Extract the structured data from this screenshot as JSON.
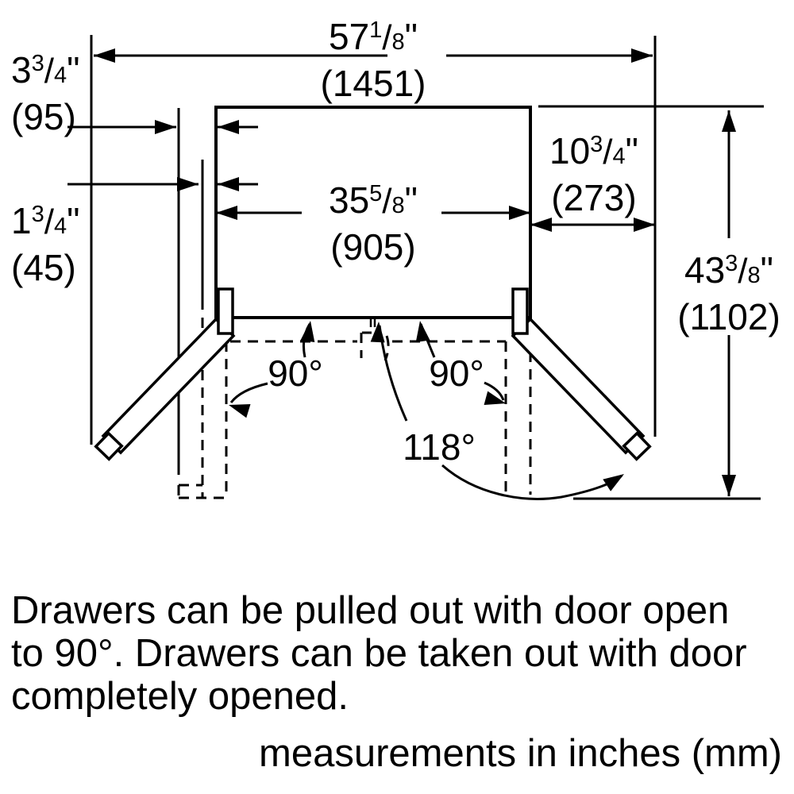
{
  "labels": {
    "overall_width": {
      "whole": "57",
      "num": "1",
      "den": "8",
      "unit": "\"",
      "mm": "(1451)"
    },
    "handle_clearance": {
      "whole": "3",
      "num": "3",
      "den": "4",
      "unit": "\"",
      "mm": "(95)"
    },
    "door_clearance": {
      "whole": "1",
      "num": "3",
      "den": "4",
      "unit": "\"",
      "mm": "(45)"
    },
    "opening_width": {
      "whole": "35",
      "num": "5",
      "den": "8",
      "unit": "\"",
      "mm": "(905)"
    },
    "side_clearance": {
      "whole": "10",
      "num": "3",
      "den": "4",
      "unit": "\"",
      "mm": "(273)"
    },
    "open_depth": {
      "whole": "43",
      "num": "3",
      "den": "8",
      "unit": "\"",
      "mm": "(1102)"
    },
    "angle_left_door": "90°",
    "angle_right_door": "90°",
    "angle_full_open": "118°"
  },
  "notes": {
    "line1": "Drawers can be pulled out with door open",
    "line2": "to 90°. Drawers can be taken out with door",
    "line3": "completely opened."
  },
  "footer": "measurements in inches (mm)",
  "colors": {
    "line": "#000000",
    "background": "#ffffff"
  }
}
